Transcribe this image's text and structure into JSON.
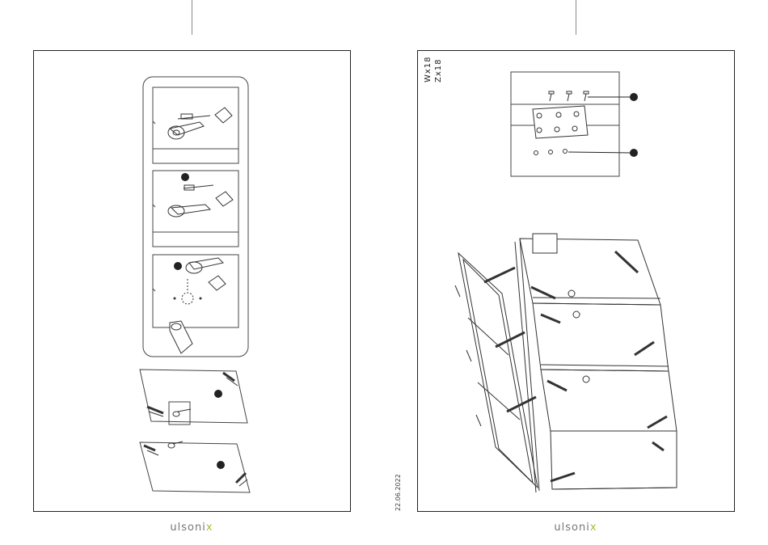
{
  "header": {
    "parts": [
      "Wx18",
      "Zx18"
    ]
  },
  "footer": {
    "brand_left": {
      "main": "ulsoni",
      "accent": "x"
    },
    "brand_right": {
      "main": "ulsoni",
      "accent": "x"
    },
    "date": "22.06.2022"
  },
  "colors": {
    "brand_accent": "#a2c037",
    "line": "#222222",
    "brand_text": "#777777"
  }
}
